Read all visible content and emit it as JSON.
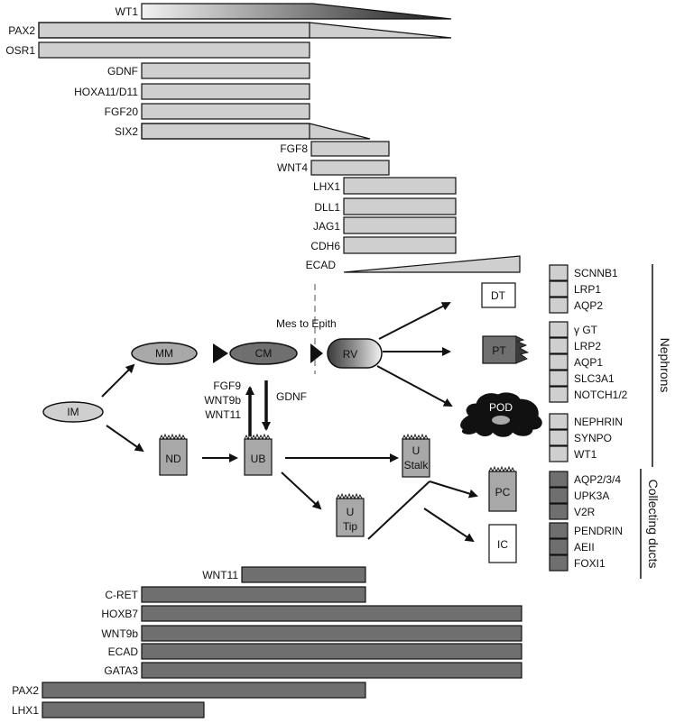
{
  "top_bars": [
    {
      "label": "WT1",
      "shape": "gradient-taper"
    },
    {
      "label": "PAX2",
      "shape": "taper"
    },
    {
      "label": "OSR1",
      "shape": "rect"
    },
    {
      "label": "GDNF",
      "shape": "rect"
    },
    {
      "label": "HOXA11/D11",
      "shape": "rect"
    },
    {
      "label": "FGF20",
      "shape": "rect"
    },
    {
      "label": "SIX2",
      "shape": "taper"
    },
    {
      "label": "FGF8",
      "shape": "rect"
    },
    {
      "label": "WNT4",
      "shape": "rect"
    },
    {
      "label": "LHX1",
      "shape": "rect"
    },
    {
      "label": "DLL1",
      "shape": "rect"
    },
    {
      "label": "JAG1",
      "shape": "rect"
    },
    {
      "label": "CDH6",
      "shape": "rect"
    },
    {
      "label": "ECAD",
      "shape": "ramp"
    }
  ],
  "bottom_bars": [
    {
      "label": "WNT11"
    },
    {
      "label": "C-RET"
    },
    {
      "label": "HOXB7"
    },
    {
      "label": "WNT9b"
    },
    {
      "label": "ECAD"
    },
    {
      "label": "GATA3"
    },
    {
      "label": "PAX2"
    },
    {
      "label": "LHX1"
    }
  ],
  "nodes": {
    "im": "IM",
    "mm": "MM",
    "cm": "CM",
    "rv": "RV",
    "nd": "ND",
    "ub": "UB",
    "u_stalk": [
      "U",
      "Stalk"
    ],
    "u_tip": [
      "U",
      "Tip"
    ],
    "dt": "DT",
    "pt": "PT",
    "pod": "POD",
    "pc": "PC",
    "ic": "IC"
  },
  "signals": {
    "left": [
      "FGF9",
      "WNT9b",
      "WNT11"
    ],
    "right": "GDNF",
    "mes_to_epith": "Mes to Epith"
  },
  "marker_groups": [
    {
      "id": "dt",
      "markers": [
        "SCNNB1",
        "LRP1",
        "AQP2"
      ]
    },
    {
      "id": "pt",
      "markers": [
        "γ GT",
        "LRP2",
        "AQP1",
        "SLC3A1",
        "NOTCH1/2"
      ]
    },
    {
      "id": "pod",
      "markers": [
        "NEPHRIN",
        "SYNPO",
        "WT1"
      ]
    },
    {
      "id": "pc",
      "markers": [
        "AQP2/3/4",
        "UPK3A",
        "V2R"
      ]
    },
    {
      "id": "ic",
      "markers": [
        "PENDRIN",
        "AEII",
        "FOXI1"
      ]
    }
  ],
  "section_labels": {
    "nephrons": "Nephrons",
    "collecting_ducts": "Collecting ducts"
  },
  "colors": {
    "light_fill": "#cfcfcf",
    "mid_fill": "#a8a8a8",
    "dark_fill": "#6f6f6f",
    "outline": "#111111",
    "dashed": "#8c8c8c"
  }
}
